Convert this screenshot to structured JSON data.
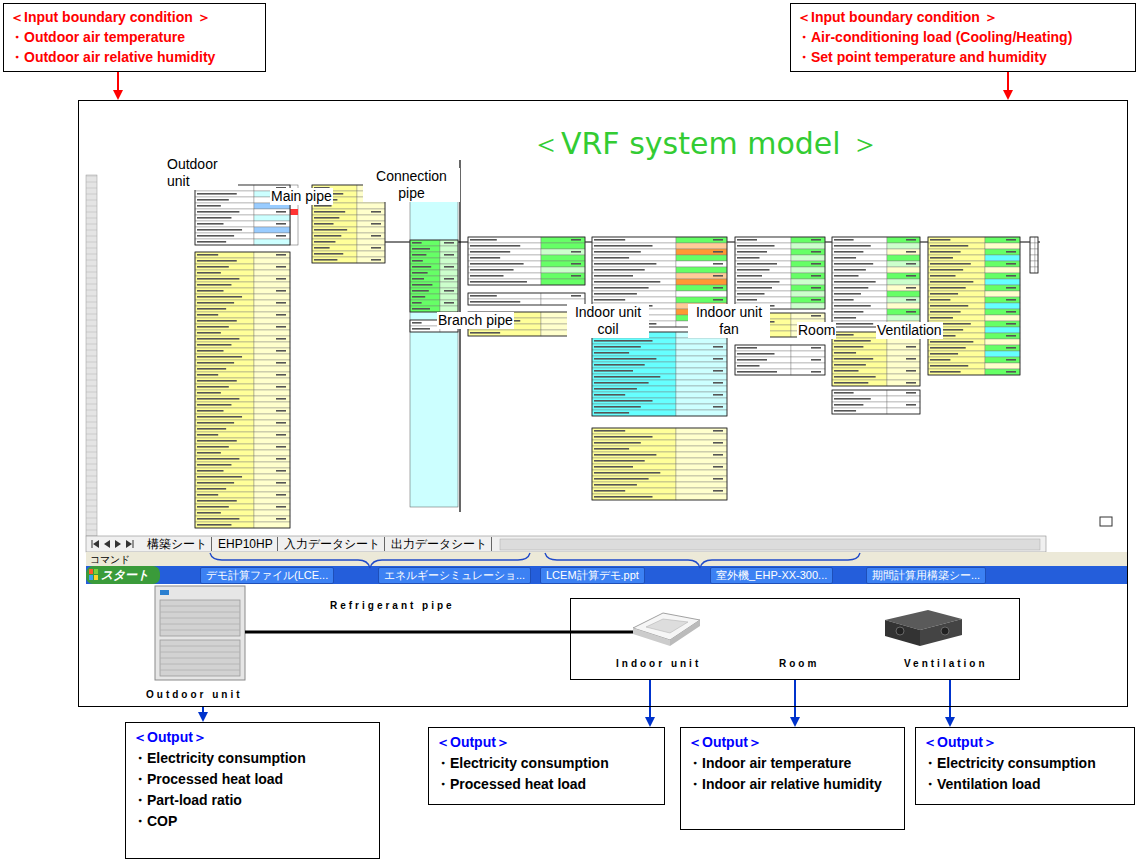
{
  "diagram": {
    "nodes": [
      {
        "text": [
          "＜Input boundary condition ＞",
          "・Outdoor air temperature",
          "・Outdoor air relative humidity"
        ]
      },
      {
        "text": [
          "＜Input boundary condition ＞",
          "・Air-conditioning load (Cooling/Heating)",
          "・Set point temperature and humidity"
        ]
      },
      {
        "text": [
          "＜VRF system model ＞"
        ]
      },
      {
        "text": [
          "Indoor unit",
          "Room",
          "Ventilation"
        ],
        "in": 2
      },
      {
        "text": [
          "＜Output＞",
          "・Electricity consumption",
          "・Processed heat load",
          "・Part-load ratio",
          "・COP"
        ]
      },
      {
        "text": [
          "＜Output＞",
          "・Electricity consumption",
          "・Processed heat load"
        ]
      },
      {
        "text": [
          "＜Output＞",
          "・Indoor air temperature",
          "・Indoor air relative humidity"
        ]
      },
      {
        "text": [
          "＜Output＞",
          "・Electricity consumption",
          "・Ventilation load"
        ]
      }
    ],
    "edges": [
      {
        "from": 0,
        "to": 2,
        "arrow": "to"
      },
      {
        "from": 1,
        "to": 2,
        "arrow": "to"
      },
      {
        "from": 2,
        "to": 4,
        "arrow": "to"
      },
      {
        "from": 3,
        "to": 5,
        "arrow": "to"
      },
      {
        "from": 3,
        "to": 6,
        "arrow": "to"
      },
      {
        "from": 3,
        "to": 7,
        "arrow": "to"
      }
    ],
    "labels": [
      "Outdoor unit",
      "Main pipe",
      "Connection pipe",
      "Branch pipe",
      "Indoor unit coil",
      "Indoor unit fan",
      "Room",
      "Ventilation",
      "構築シート",
      "EHP10HP",
      "入力データシート",
      "出力データシート",
      "コマンド",
      "スタート",
      "デモ計算ファイル(LCE...",
      "エネルギーシミュレーショ...",
      "LCEM計算デモ.ppt",
      "室外機_EHP-XX-300...",
      "期間計算用構築シー...",
      "Refrigerant pipe",
      "Outdoor unit"
    ]
  }
}
